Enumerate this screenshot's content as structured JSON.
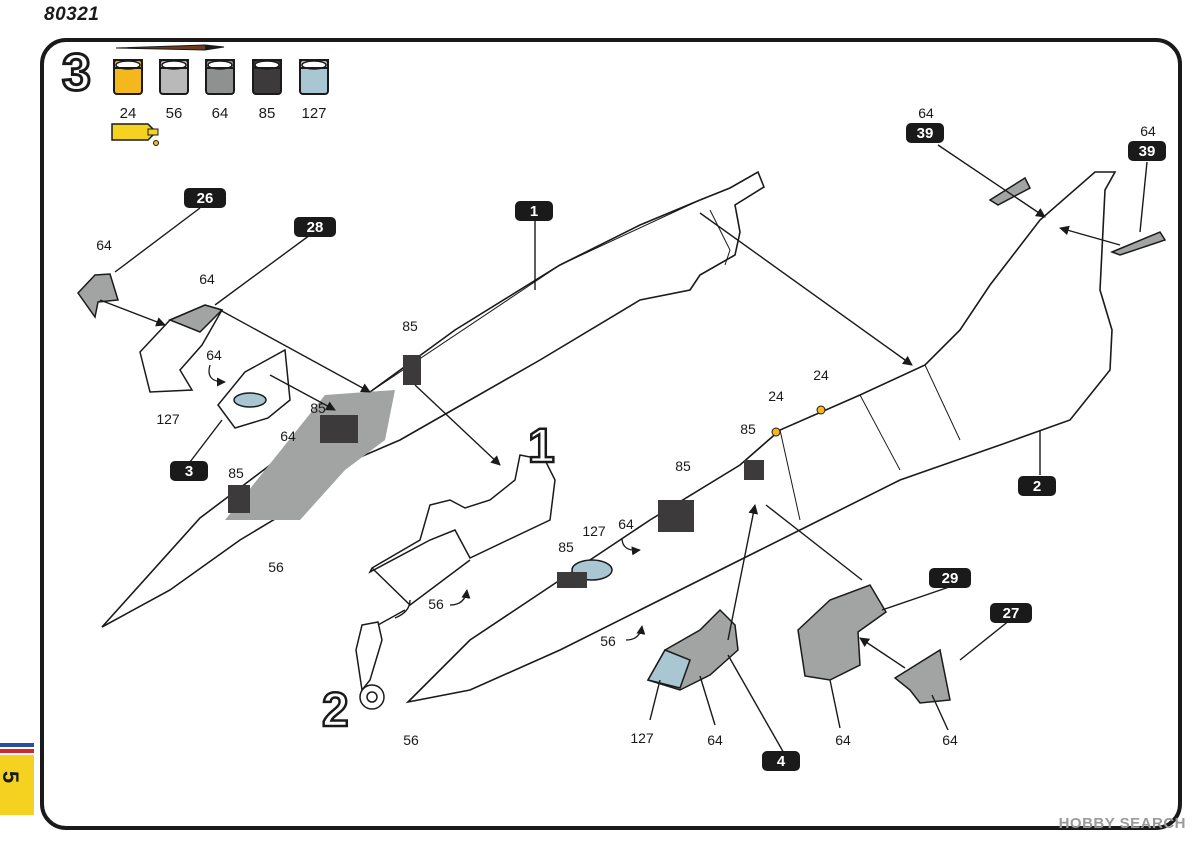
{
  "catalog_number": "80321",
  "step_number": "3",
  "paints": [
    {
      "code": "24",
      "color": "#f5b81c"
    },
    {
      "code": "56",
      "color": "#b9b9b9"
    },
    {
      "code": "64",
      "color": "#8f9090"
    },
    {
      "code": "85",
      "color": "#3c3a3b"
    },
    {
      "code": "127",
      "color": "#a9c6d3"
    }
  ],
  "part_numbers": {
    "p1": "1",
    "p2": "2",
    "p3": "3",
    "p4": "4",
    "p26": "26",
    "p27": "27",
    "p28": "28",
    "p29": "29",
    "p39a": "39",
    "p39b": "39"
  },
  "sub_assembly": {
    "a1": "1",
    "a2": "2"
  },
  "callouts": {
    "c64_26": "64",
    "c64_28": "64",
    "c64_panel": "64",
    "c127_panel": "127",
    "c85_a": "85",
    "c85_b": "85",
    "c64_body": "64",
    "c85_c": "85",
    "c56_a": "56",
    "c64_39a": "64",
    "c64_39b": "64",
    "c24_a": "24",
    "c24_b": "24",
    "c85_d": "85",
    "c85_e": "85",
    "c64_cockpit": "64",
    "c85_f": "85",
    "c127_canopy": "127",
    "c56_seat": "56",
    "c56_b": "56",
    "c56_c": "56",
    "c127_nose": "127",
    "c64_nose": "64",
    "c64_29": "64",
    "c64_27": "64"
  },
  "tab_number": "5",
  "colors": {
    "frame": "#1a1a1a",
    "tab": "#f5d21f",
    "tab_red": "#d8262c",
    "tab_blue": "#2b4d9e",
    "grey_part": "#a2a3a3"
  },
  "watermark": "HOBBY SEARCH"
}
